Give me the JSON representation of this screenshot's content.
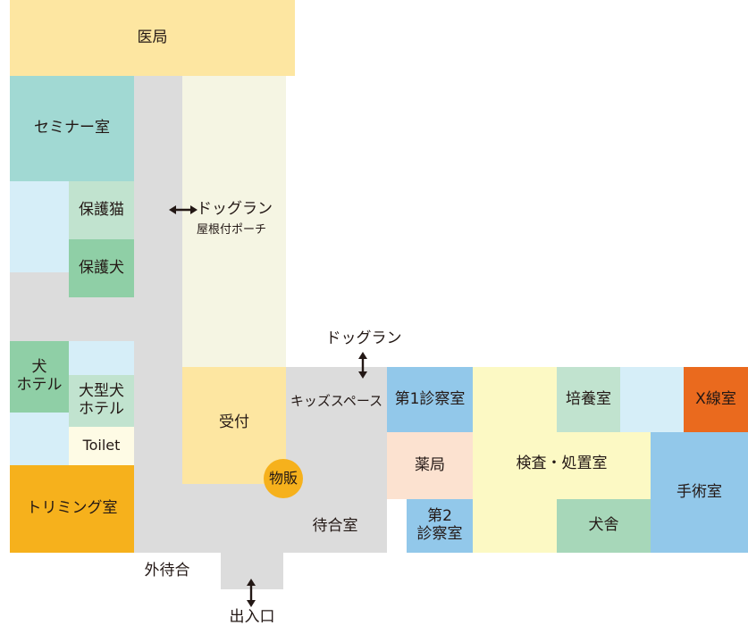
{
  "colors": {
    "corridor": "#dcdcdc",
    "lightTeal": "#a1d9d3",
    "mint": "#c1e3cf",
    "green": "#8fcfa6",
    "skyLight": "#d6eef8",
    "sky": "#92c8ea",
    "cream": "#f5f5e3",
    "paleYellow": "#fcf9c4",
    "sand": "#fde6a1",
    "peach": "#fce2d0",
    "orange": "#f6b11c",
    "redOrange": "#ea6a1e",
    "ivory": "#fefbe5",
    "text": "#231815"
  },
  "rooms": {
    "medical_office": "医局",
    "seminar_room": "セミナー室",
    "protected_cats": "保護猫",
    "protected_dogs": "保護犬",
    "dog_hotel": "犬\nホテル",
    "large_dog_hotel": "大型犬\nホテル",
    "toilet": "Toilet",
    "trimming_room": "トリミング室",
    "reception": "受付",
    "merchandise": "物販",
    "kids_space": "キッズスペース",
    "waiting_room": "待合室",
    "exam_room_1": "第1診察室",
    "pharmacy": "薬局",
    "exam_room_2": "第2\n診察室",
    "lab_treatment_room": "検査・処置室",
    "culture_room": "培養室",
    "kennel": "犬舎",
    "xray_room": "X線室",
    "surgery_room": "手術室"
  },
  "labels": {
    "dog_run_porch_title": "ドッグラン",
    "dog_run_porch_sub": "屋根付ポーチ",
    "dog_run_top": "ドッグラン",
    "outdoor_waiting": "外待合",
    "entrance": "出入口"
  }
}
